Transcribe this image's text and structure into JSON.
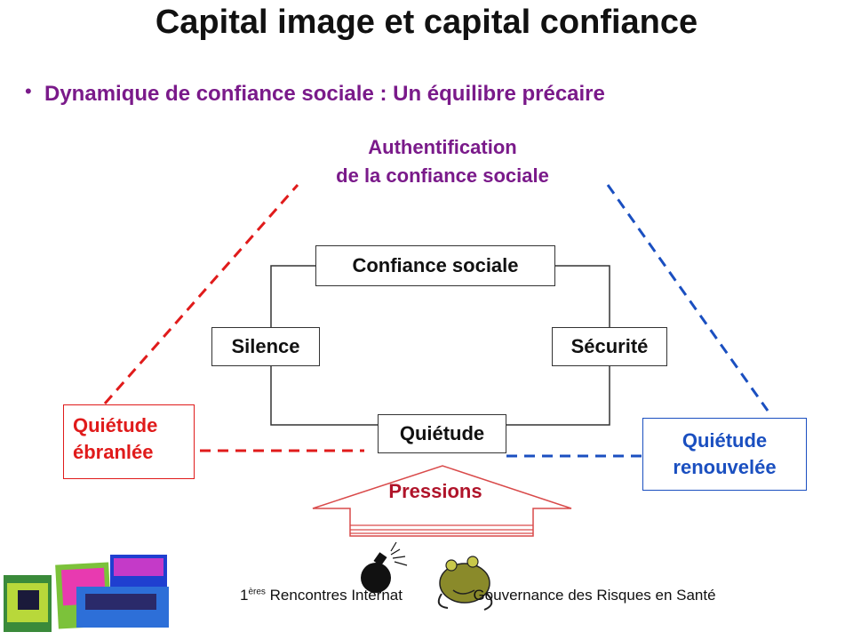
{
  "title": "Capital image et capital confiance",
  "subtitle": "Dynamique de confiance sociale : Un équilibre précaire",
  "authentication": {
    "line1": "Authentification",
    "line2": "de la confiance sociale"
  },
  "cycle": {
    "top": "Confiance sociale",
    "left": "Silence",
    "right": "Sécurité",
    "bottom": "Quiétude"
  },
  "left_state": {
    "line1": "Quiétude",
    "line2": "ébranlée"
  },
  "right_state": {
    "line1": "Quiétude",
    "line2": "renouvelée"
  },
  "pressure_label": "Pressions",
  "footer": {
    "superscript_prefix": "1",
    "superscript": "ères",
    "text_left": "Rencontres Internat",
    "text_right": "Gouvernance des Risques en Santé"
  },
  "colors": {
    "title": "#111111",
    "accent_purple": "#7a1a8a",
    "left_red": "#e01b1b",
    "right_blue": "#1a4fc0",
    "pressure_red": "#b0142a",
    "arrow_outline": "#d94a4a"
  },
  "icons": [
    "bomb-icon",
    "frog-icon",
    "logo-collage"
  ]
}
